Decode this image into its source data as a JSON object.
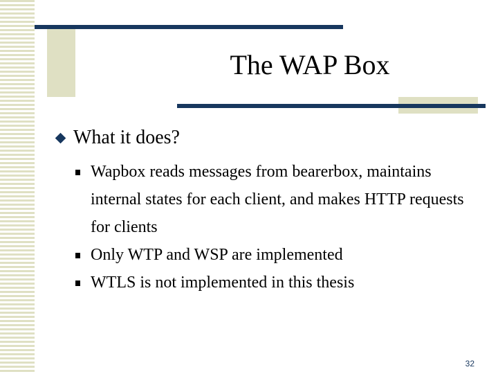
{
  "slide": {
    "title": "The WAP Box",
    "main_bullet": "What it does?",
    "sub_bullets": [
      "Wapbox reads messages from bearerbox, maintains internal states for each client, and makes HTTP requests for clients",
      "Only WTP and WSP are implemented",
      "WTLS is not implemented in this thesis"
    ],
    "page_number": "32"
  },
  "theme": {
    "accent": "#17375e",
    "stripe": "#dfe0c3",
    "text": "#000000"
  }
}
